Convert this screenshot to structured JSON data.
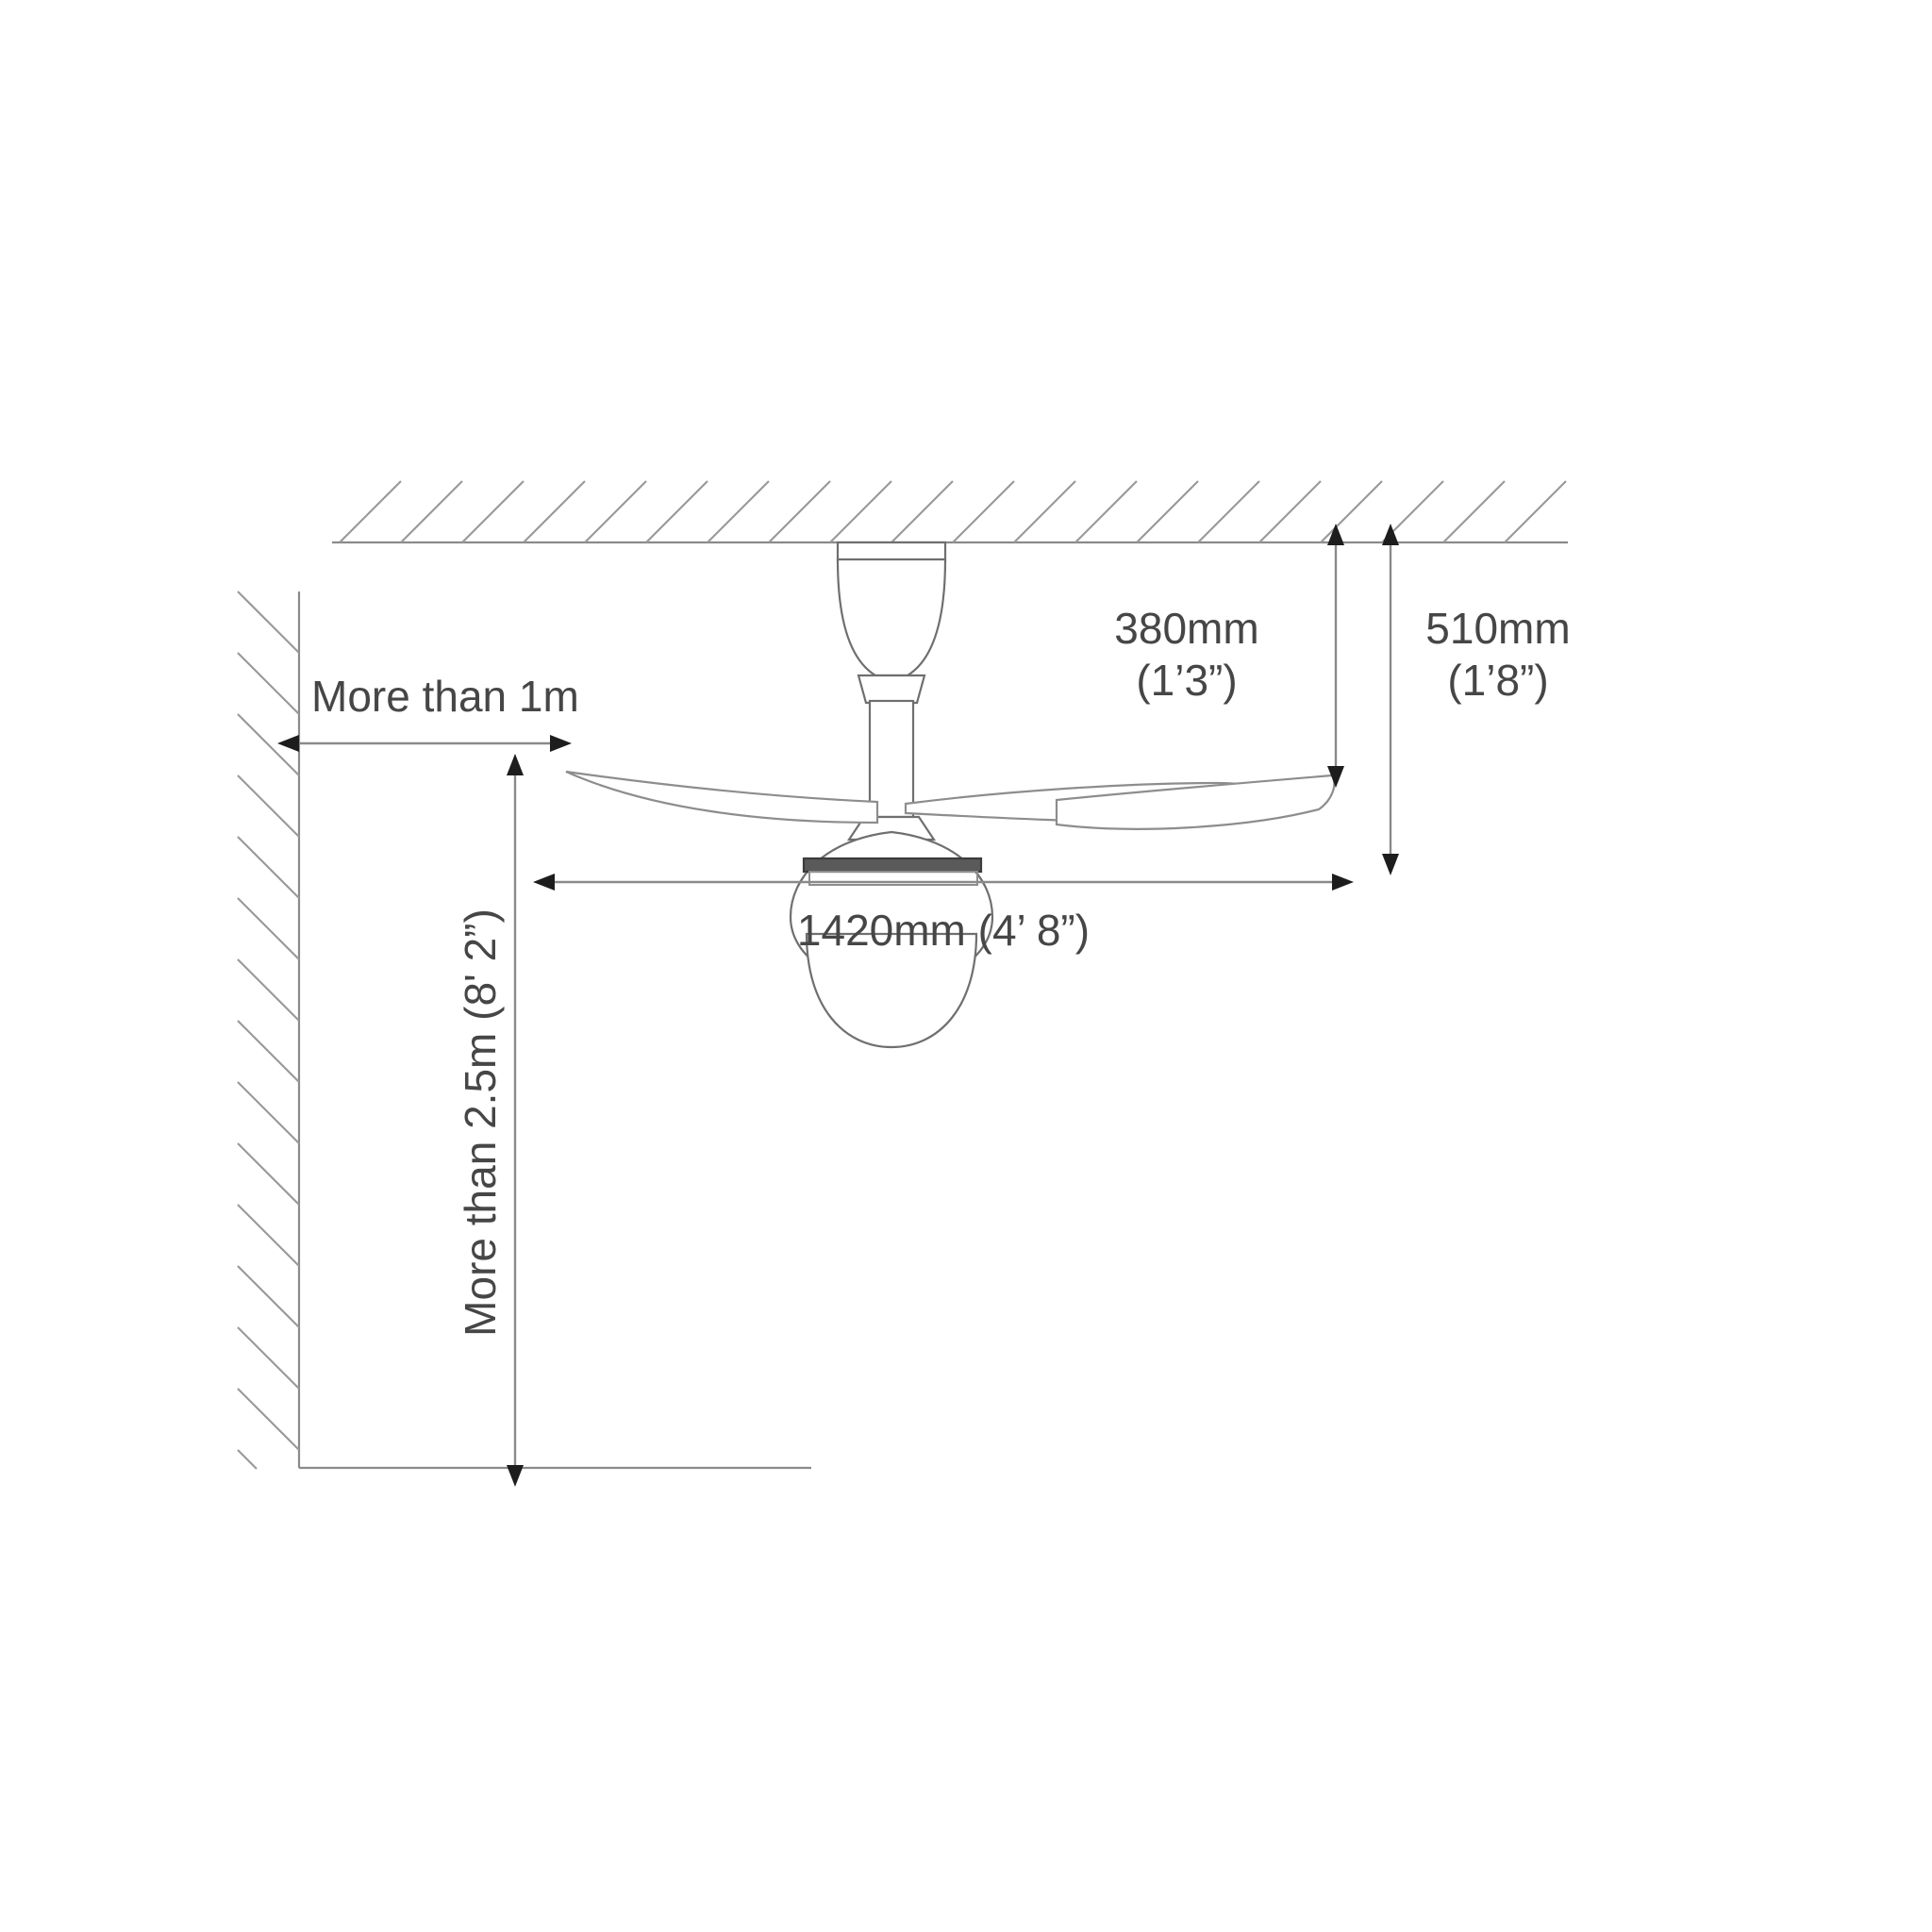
{
  "diagram": {
    "title": "Ceiling Fan Installation Clearance Diagram",
    "type": "technical-installation-drawing",
    "background_color": "#ffffff",
    "line_color": "#8a8a8a",
    "text_color": "#464646",
    "arrow_color": "#1d1d1d"
  },
  "dimensions": {
    "wall_clearance": {
      "label": "More than 1m",
      "orientation": "horizontal",
      "arrow_style": "double-headed"
    },
    "floor_clearance": {
      "label": "More than 2.5m (8' 2”)",
      "orientation": "vertical-rotated",
      "arrow_style": "double-headed"
    },
    "blade_span": {
      "label": "1420mm  (4’ 8”)",
      "orientation": "horizontal",
      "arrow_style": "double-headed"
    },
    "drop_to_blades": {
      "value": "380mm",
      "imperial": "(1’3”)",
      "orientation": "vertical",
      "arrow_style": "double-headed"
    },
    "drop_to_light": {
      "value": "510mm",
      "imperial": "(1’8”)",
      "orientation": "vertical",
      "arrow_style": "double-headed"
    }
  },
  "structures": {
    "ceiling_label": "ceiling",
    "wall_label": "wall",
    "floor_label": "floor"
  },
  "fan_parts": {
    "canopy": "ceiling-canopy",
    "downrod": "downrod",
    "motor_housing": "motor-housing",
    "light_globe": "light-globe",
    "blade_left": "fan-blade-left",
    "blade_right_near": "fan-blade-right-near",
    "blade_right_far": "fan-blade-right-far"
  }
}
